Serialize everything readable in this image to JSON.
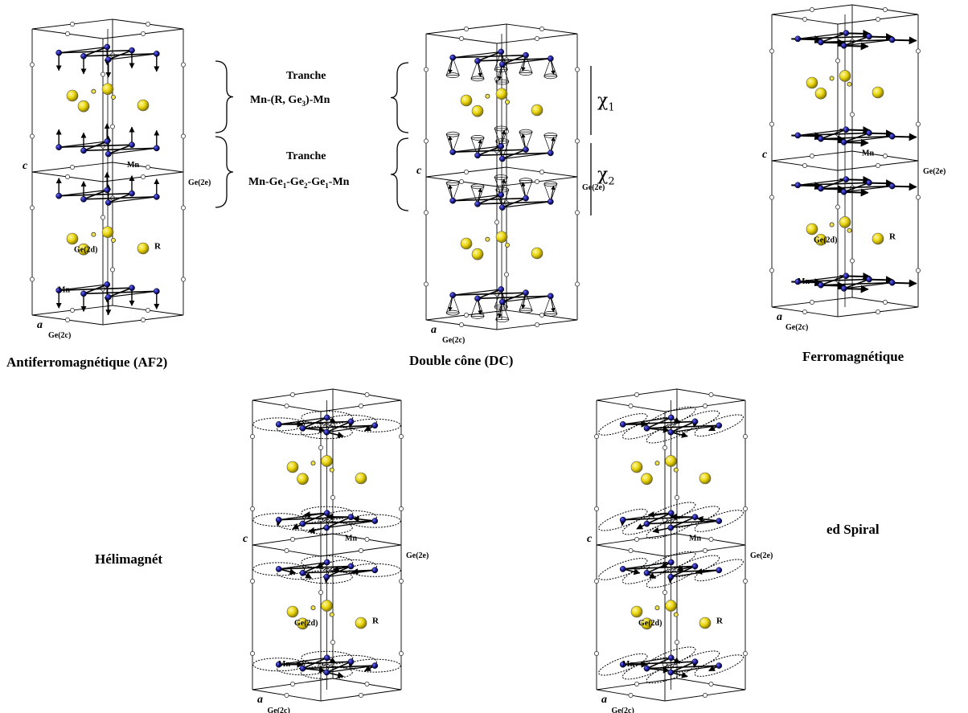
{
  "captions": {
    "af2": "Antiferromagnétique (AF2)",
    "dc": "Double cône (DC)",
    "ferro": "Ferromagnétique",
    "heli": "Hélimagnét",
    "spiral": "ed Spiral"
  },
  "slices": {
    "heading": "Tranche",
    "slice1": [
      "Mn-(R, Ge",
      "3",
      ")-Mn"
    ],
    "slice2": [
      "Mn-Ge",
      "1",
      "-Ge",
      "2",
      "-Ge",
      "1",
      "-Mn"
    ]
  },
  "chi": {
    "symbol": "χ",
    "sub1": "1",
    "sub2": "2"
  },
  "labels": {
    "a": "a",
    "c": "c",
    "mn": "Mn",
    "r": "R",
    "ge2c": "Ge(2c)",
    "ge2d": "Ge(2d)",
    "ge2e": "Ge(2e)"
  },
  "colors": {
    "rare_earth": "#e8d40a",
    "mn_atom": "#1a1a8c",
    "ge_small": "#f2e24a"
  }
}
